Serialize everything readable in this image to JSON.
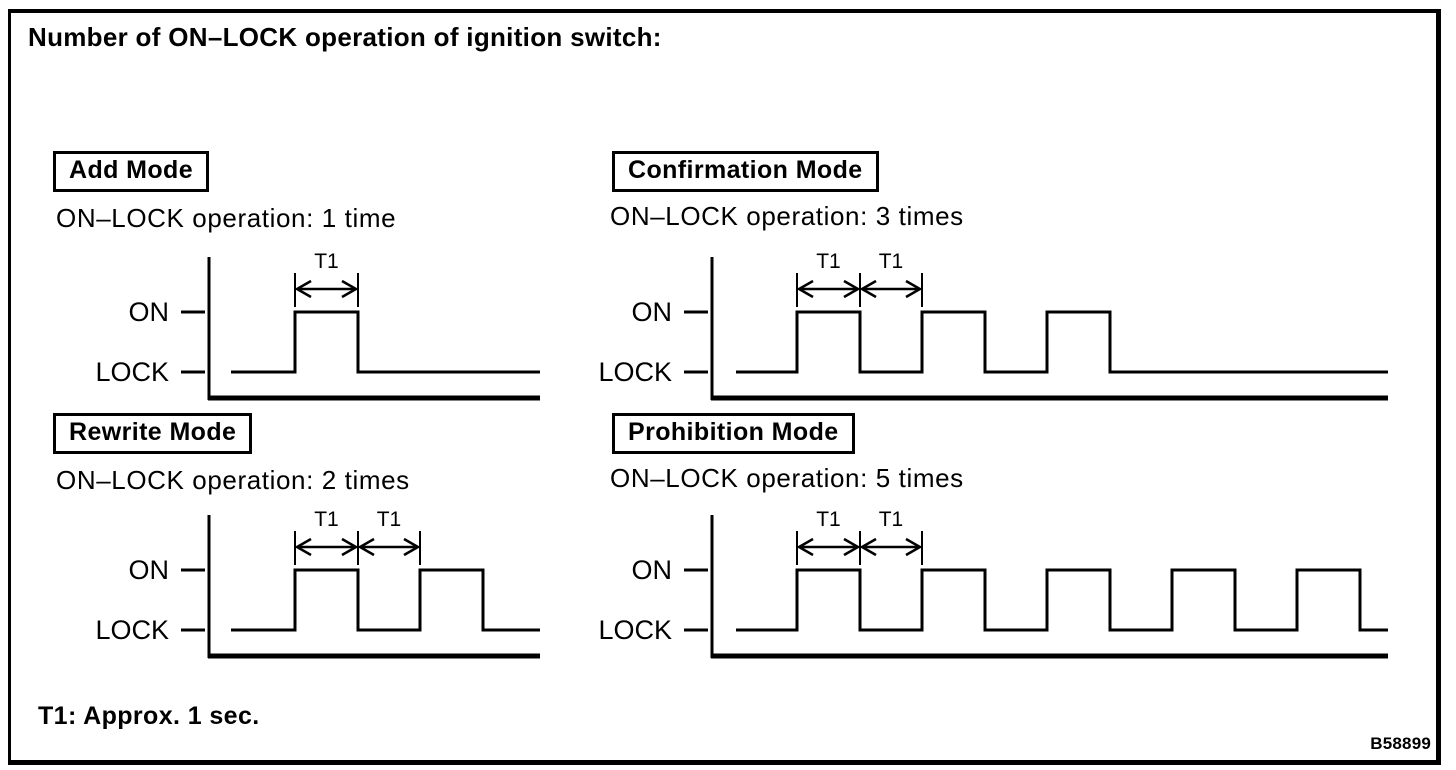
{
  "figure": {
    "title": "Number of ON–LOCK operation of ignition switch:",
    "footnote": "T1: Approx. 1 sec.",
    "reference_code": "B58899"
  },
  "labels": {
    "on": "ON",
    "lock": "LOCK",
    "t1": "T1"
  },
  "modes": [
    {
      "name": "Add Mode",
      "operation": "ON–LOCK operation: 1 time",
      "pulses": 1,
      "t1_spans": 1
    },
    {
      "name": "Confirmation Mode",
      "operation": "ON–LOCK operation: 3 times",
      "pulses": 3,
      "t1_spans": 2
    },
    {
      "name": "Rewrite Mode",
      "operation": "ON–LOCK operation: 2 times",
      "pulses": 2,
      "t1_spans": 2
    },
    {
      "name": "Prohibition Mode",
      "operation": "ON–LOCK operation: 5 times",
      "pulses": 5,
      "t1_spans": 2
    }
  ],
  "colors": {
    "line": "#000000",
    "background": "#ffffff"
  }
}
